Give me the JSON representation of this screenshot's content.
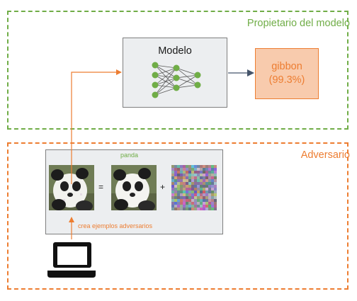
{
  "zones": {
    "owner": {
      "title": "Propietario del modelo"
    },
    "adversary": {
      "title": "Adversario"
    }
  },
  "model": {
    "label": "Modelo"
  },
  "output": {
    "class_label": "gibbon",
    "confidence": "(99.3%)"
  },
  "adversarial_example": {
    "image_label": "panda",
    "equals": "=",
    "plus": "+",
    "caption": "crea ejemplos adversarios"
  },
  "icons": {
    "attacker": "laptop-icon",
    "network": "neural-network-icon"
  },
  "colors": {
    "owner_green": "#70ad47",
    "adversary_orange": "#ed7d31",
    "output_fill": "#f8cbad",
    "box_fill": "#eceef0"
  }
}
